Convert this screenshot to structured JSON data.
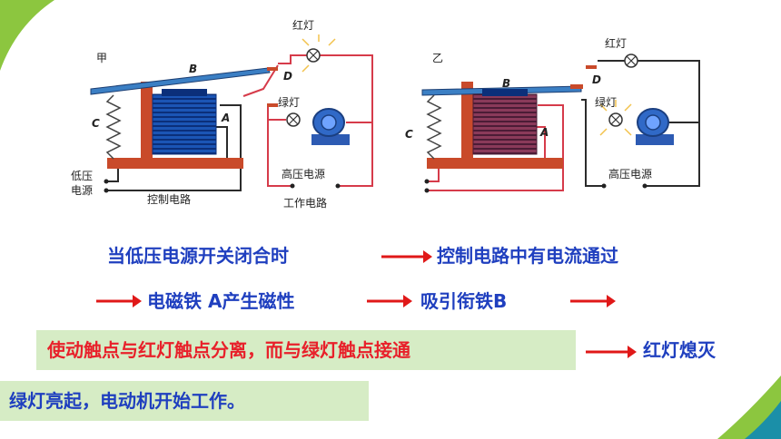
{
  "diagram": {
    "left": {
      "panel_label": "甲",
      "label_B": "B",
      "label_C": "C",
      "label_A": "A",
      "label_D": "D",
      "red_lamp": "红灯",
      "green_lamp": "绿灯",
      "low_voltage_1": "低压",
      "low_voltage_2": "电源",
      "control_circuit": "控制电路",
      "high_voltage": "高压电源",
      "work_circuit": "工作电路"
    },
    "right": {
      "panel_label": "乙",
      "label_B": "B",
      "label_C": "C",
      "label_A": "A",
      "label_D": "D",
      "red_lamp": "红灯",
      "green_lamp": "绿灯",
      "high_voltage": "高压电源"
    }
  },
  "text": {
    "line1_left": "当低压电源开关闭合时",
    "line1_right": "控制电路中有电流通过",
    "line2_a": "电磁铁 A产生磁性",
    "line2_b": "吸引衔铁B",
    "line3": "使动触点与红灯触点分离，而与绿灯触点接通",
    "line3_right": "红灯熄灭",
    "line4": "绿灯亮起，电动机开始工作。"
  },
  "colors": {
    "text_blue": "#1f3fbf",
    "text_red": "#e8202a",
    "arrow_red": "#e01818",
    "highlight": "#d6ecc5",
    "accent_green": "#8cc63f",
    "accent_teal": "#1b8fa8"
  }
}
